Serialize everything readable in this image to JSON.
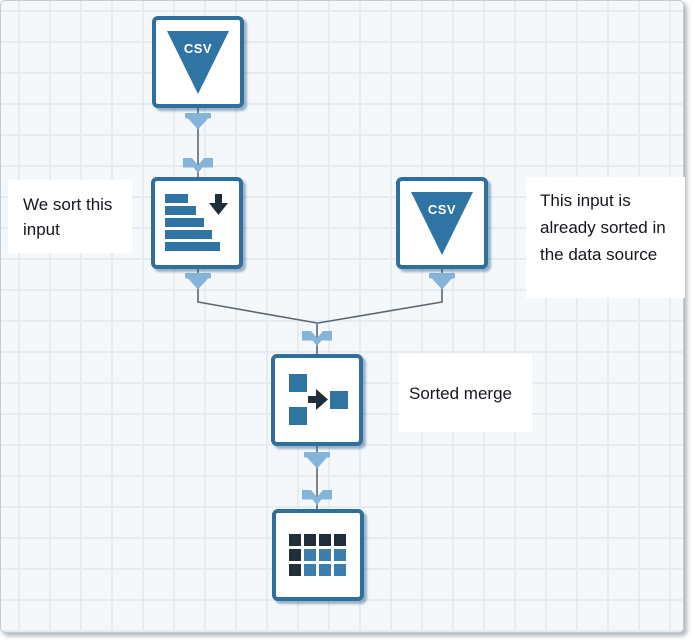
{
  "workspace": {
    "kind": "dataflow-designer-canvas",
    "grid": "on"
  },
  "palette": {
    "node_border": "#2e6f9e",
    "node_fill": "#ffffff",
    "icon_blue": "#2f74a3",
    "icon_blue_light": "#3b7dab",
    "icon_dark": "#202e3c",
    "marker_blue": "#85b4da",
    "connector": "#5b6770",
    "canvas_bg": "#f5f8fb",
    "grid_line": "#e7ecf2",
    "note_text": "#15151d"
  },
  "nodes": [
    {
      "id": "csv-input-top",
      "type": "csv-file-input",
      "icon": "csv-funnel-icon",
      "badge": "CSV"
    },
    {
      "id": "sort",
      "type": "sort-rows",
      "icon": "sort-bars-icon",
      "badge": ""
    },
    {
      "id": "csv-input-right",
      "type": "csv-file-input",
      "icon": "csv-funnel-icon",
      "badge": "CSV"
    },
    {
      "id": "merge",
      "type": "sorted-merge",
      "icon": "merge-arrow-icon",
      "badge": ""
    },
    {
      "id": "table-output",
      "type": "table-output",
      "icon": "table-grid-icon",
      "badge": ""
    }
  ],
  "connectors": [
    {
      "from": "csv-input-top",
      "to": "sort"
    },
    {
      "from": "sort",
      "to": "merge"
    },
    {
      "from": "csv-input-right",
      "to": "merge"
    },
    {
      "from": "merge",
      "to": "table-output"
    }
  ],
  "annotations": {
    "left": "We sort this input",
    "right": "This input is already sorted in the data source",
    "merge": "Sorted merge"
  }
}
